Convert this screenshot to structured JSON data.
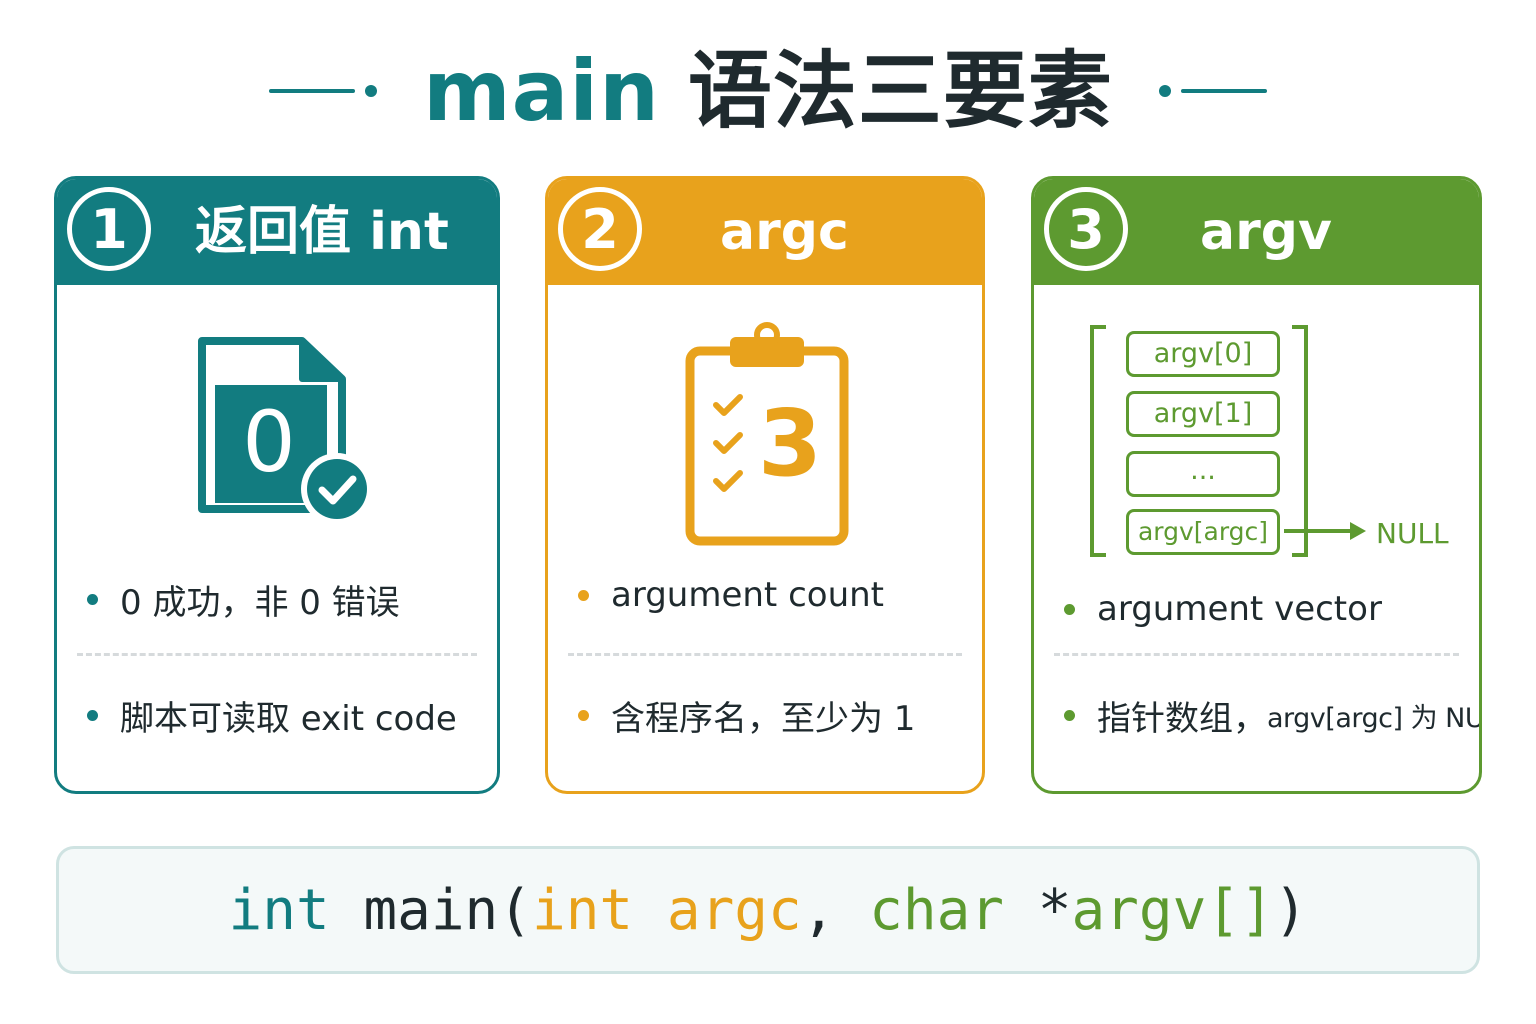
{
  "title": {
    "main": "main",
    "rest": "语法三要素"
  },
  "cards": [
    {
      "number": "1",
      "heading": "返回值 int",
      "icon_digit": "0",
      "bullet1": "0 成功，非 0 错误",
      "bullet2": "脚本可读取 exit code"
    },
    {
      "number": "2",
      "heading": "argc",
      "icon_digit": "3",
      "bullet1": "argument count",
      "bullet2": "含程序名，至少为 1"
    },
    {
      "number": "3",
      "heading": "argv",
      "array": [
        "argv[0]",
        "argv[1]",
        "...",
        "argv[argc]"
      ],
      "null_label": "NULL",
      "bullet1": "argument vector",
      "bullet2_zh": "指针数组，",
      "bullet2_code": "argv[argc] 为 NULL"
    }
  ],
  "code": {
    "kw_int1": "int",
    "fn": " main(",
    "kw_int2": "int",
    "argc": " argc",
    "comma": ", ",
    "kw_char": "char",
    "star": " *",
    "argv": "argv[]",
    "close": ")"
  },
  "colors": {
    "teal": "#127c80",
    "orange": "#e8a21c",
    "green": "#5d9a30"
  }
}
